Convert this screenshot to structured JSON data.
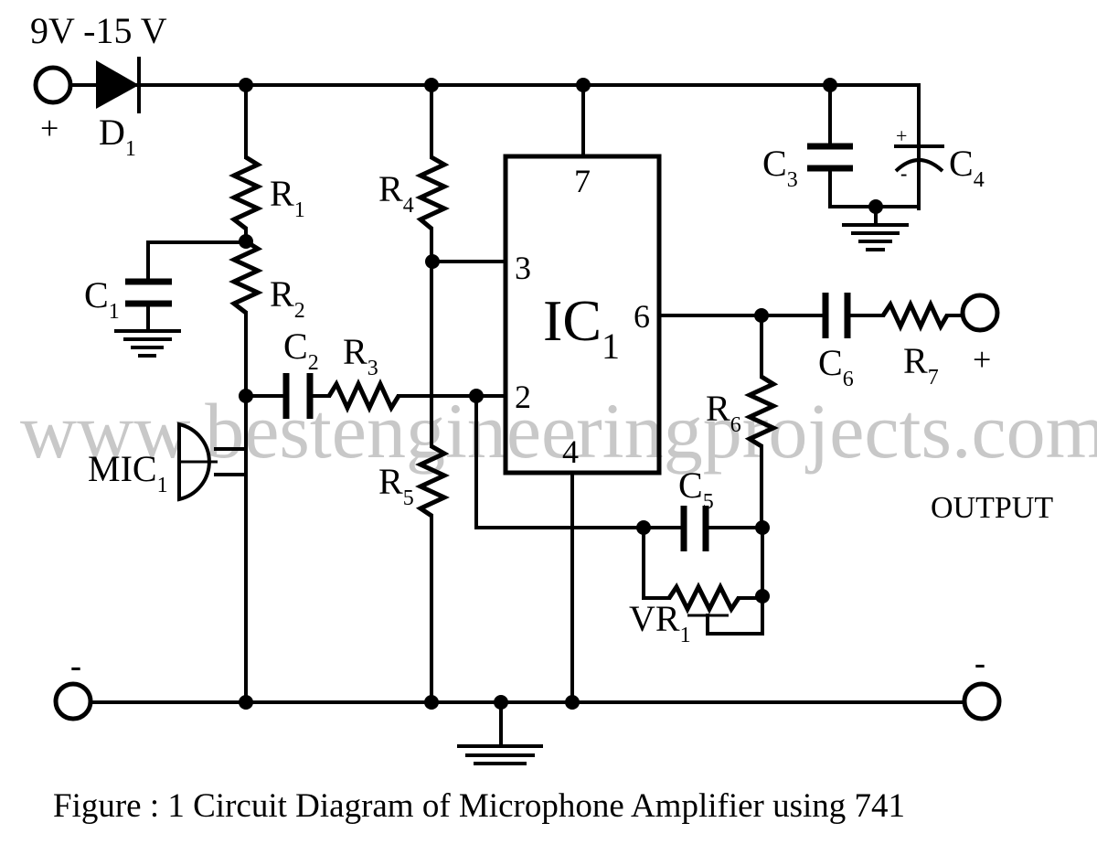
{
  "diagram": {
    "title": "Microphone Amplifier using 741",
    "caption": "Figure : 1 Circuit Diagram of Microphone Amplifier using 741",
    "watermark": "www.bestengineeringprojects.com",
    "supply_label": "9V -15 V",
    "input_plus": "+",
    "input_minus": "-",
    "output_plus": "+",
    "output_minus": "-",
    "output_label": "OUTPUT",
    "components": {
      "D1": {
        "name": "D",
        "sub": "1",
        "type": "diode"
      },
      "R1": {
        "name": "R",
        "sub": "1",
        "type": "resistor"
      },
      "R2": {
        "name": "R",
        "sub": "2",
        "type": "resistor"
      },
      "R3": {
        "name": "R",
        "sub": "3",
        "type": "resistor"
      },
      "R4": {
        "name": "R",
        "sub": "4",
        "type": "resistor"
      },
      "R5": {
        "name": "R",
        "sub": "5",
        "type": "resistor"
      },
      "R6": {
        "name": "R",
        "sub": "6",
        "type": "resistor"
      },
      "R7": {
        "name": "R",
        "sub": "7",
        "type": "resistor"
      },
      "C1": {
        "name": "C",
        "sub": "1",
        "type": "capacitor"
      },
      "C2": {
        "name": "C",
        "sub": "2",
        "type": "capacitor"
      },
      "C3": {
        "name": "C",
        "sub": "3",
        "type": "capacitor"
      },
      "C4": {
        "name": "C",
        "sub": "4",
        "type": "electrolytic-capacitor",
        "pos": "+",
        "neg": "-"
      },
      "C5": {
        "name": "C",
        "sub": "5",
        "type": "capacitor"
      },
      "C6": {
        "name": "C",
        "sub": "6",
        "type": "capacitor"
      },
      "VR1": {
        "name": "VR",
        "sub": "1",
        "type": "variable-resistor"
      },
      "MIC1": {
        "name": "MIC",
        "sub": "1",
        "type": "microphone"
      },
      "IC1": {
        "name": "IC",
        "sub": "1",
        "type": "op-amp-741",
        "pins": {
          "p7": "7",
          "p3": "3",
          "p6": "6",
          "p2": "2",
          "p4": "4"
        }
      }
    }
  }
}
